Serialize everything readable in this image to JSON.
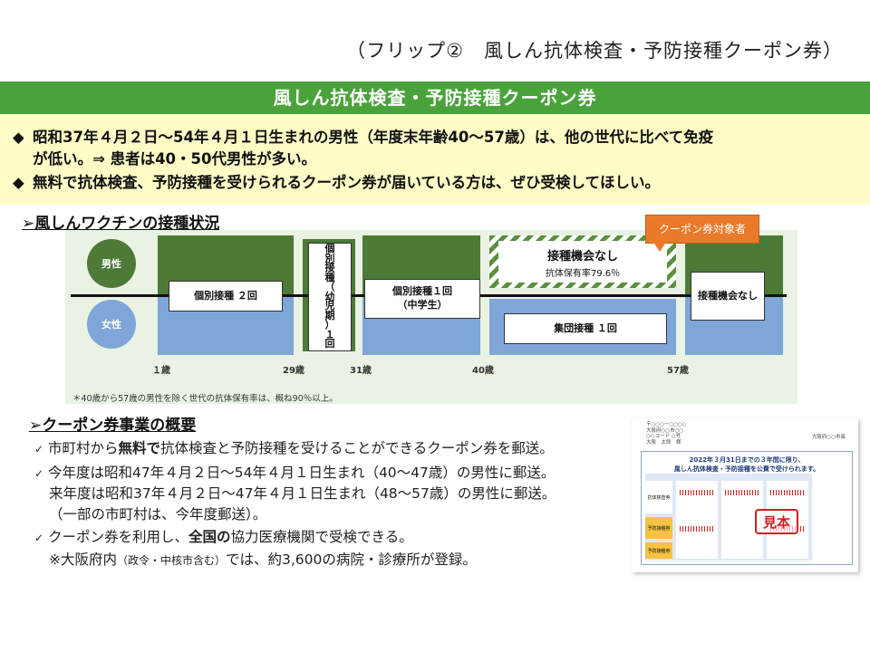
{
  "flip_title": "（フリップ②　風しん抗体検査・予防接種クーポン券）",
  "banner_title": "風しん抗体検査・予防接種クーポン券",
  "notice": {
    "line1": "昭和37年４月２日～54年４月１日生まれの男性（年度末年齢40～57歳）は、他の世代に比べて免疫",
    "line1b": "が低い。⇒ 患者は40・50代男性が多い。",
    "line2": "無料で抗体検査、予防接種を受けられるクーポン券が届いている方は、ぜひ受検してほしい。",
    "bullet": "◆"
  },
  "section1_title": "➢風しんワクチンの接種状況",
  "chart": {
    "male_label": "男性",
    "female_label": "女性",
    "box_individual2": "個別接種 ２回",
    "box_infant_lines": [
      "個",
      "別",
      "接",
      "種",
      "（",
      "幼",
      "児",
      "期",
      "）",
      "１",
      "回"
    ],
    "box_individual1_line1": "個別接種１回",
    "box_individual1_line2": "（中学生）",
    "no_chance_title": "接種機会なし",
    "antibody_rate": "抗体保有率79.6％",
    "box_group1": "集団接種 １回",
    "box_no_chance_right": "接種機会なし",
    "callout": "クーポン券対象者",
    "axis": [
      "１歳",
      "29歳",
      "31歳",
      "40歳",
      "57歳"
    ],
    "footnote": "＊40歳から57歳の男性を除く世代の抗体保有率は、概ね90％以上。"
  },
  "section2_title": "➢クーポン券事業の概要",
  "body": {
    "check": "✓",
    "l1_pre": "市町村から",
    "l1_bold": "無料で",
    "l1_post": "抗体検査と予防接種を受けることができるクーポン券を郵送。",
    "l2": "今年度は昭和47年４月２日～54年４月１日生まれ（40～47歳）の男性に郵送。",
    "l3": "来年度は昭和37年４月２日～47年４月１日生まれ（48～57歳）の男性に郵送。",
    "l4": "（一部の市町村は、今年度郵送）。",
    "l5_pre": "クーポン券を利用し、",
    "l5_bold": "全国の",
    "l5_post": "協力医療機関で受検できる。",
    "l6_pre": "※大阪府内",
    "l6_small": "（政令・中核市含む）",
    "l6_post": "では、約3,600の病院・診療所が登録。"
  },
  "coupon": {
    "addr1": "〒○○○－○○○○",
    "addr2": "大阪府○○市○○",
    "addr3": "○○コード ○号",
    "addr4": "大阪　太郎　様",
    "issuer": "大阪府○○市長",
    "header1": "2022年３月31日までの３年間に限り、",
    "header2": "風しん抗体検査・予防接種を公費で受けられます。",
    "stamp": "見本",
    "row_label1": "抗体検査券",
    "row_label2": "予防接種券",
    "row_label3": "予防接種券"
  }
}
